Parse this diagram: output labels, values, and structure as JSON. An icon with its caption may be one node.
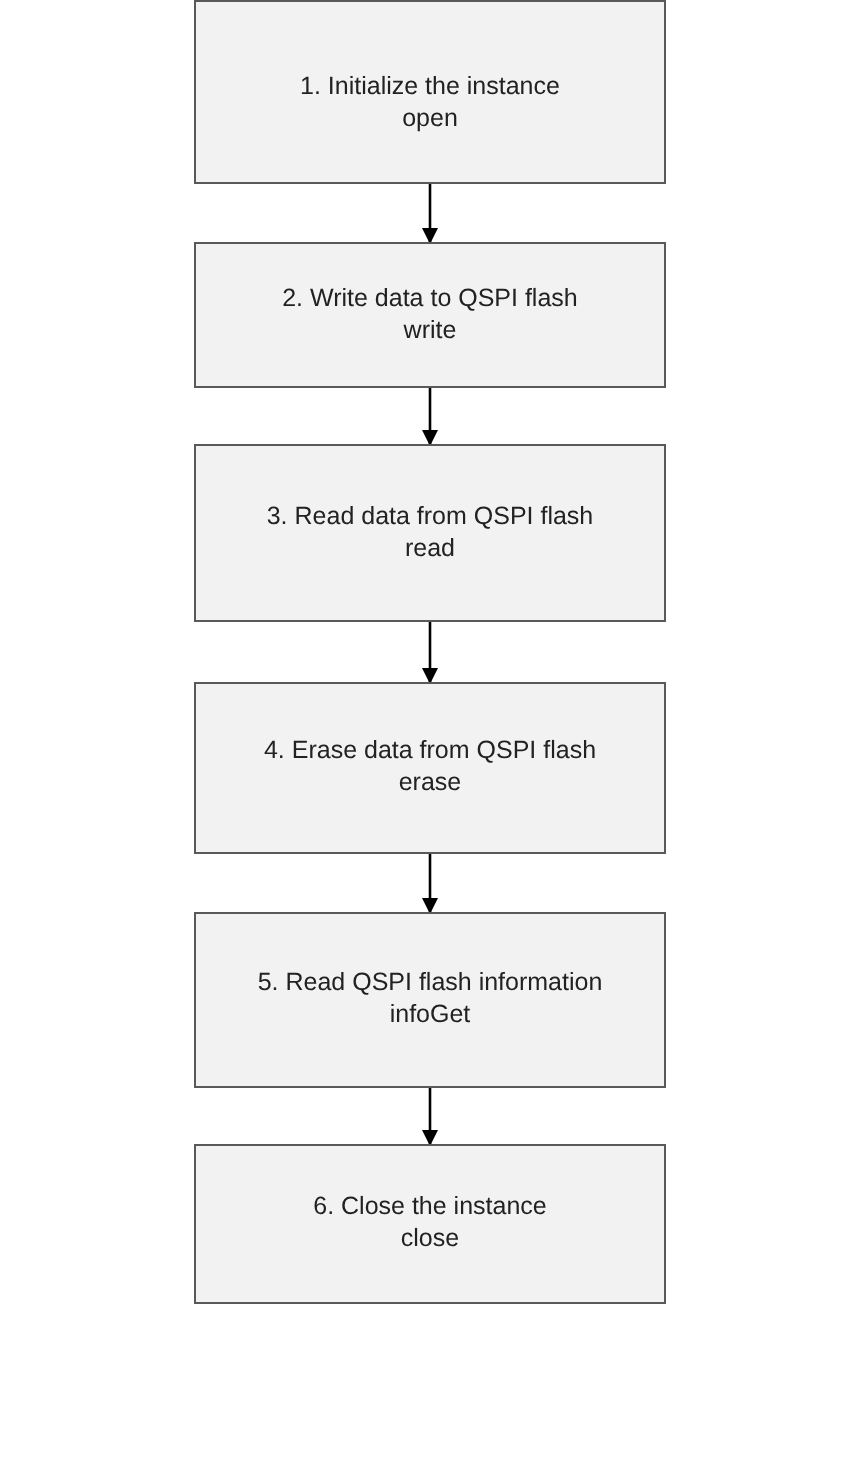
{
  "diagram": {
    "nodes": [
      {
        "text": [
          "1.  Initialize the instance",
          "open"
        ]
      },
      {
        "text": [
          "2. Write data to QSPI flash",
          "write"
        ]
      },
      {
        "text": [
          "3.  Read data from QSPI flash",
          "read"
        ]
      },
      {
        "text": [
          "4.  Erase data from QSPI flash",
          "erase"
        ]
      },
      {
        "text": [
          "5. Read QSPI flash information",
          "infoGet"
        ]
      },
      {
        "text": [
          "6.  Close the instance",
          "close"
        ]
      }
    ],
    "edges": [
      {
        "from": 0,
        "to": 1,
        "arrow": "to"
      },
      {
        "from": 1,
        "to": 2,
        "arrow": "to"
      },
      {
        "from": 2,
        "to": 3,
        "arrow": "to"
      },
      {
        "from": 3,
        "to": 4,
        "arrow": "to"
      },
      {
        "from": 4,
        "to": 5,
        "arrow": "to"
      }
    ]
  }
}
